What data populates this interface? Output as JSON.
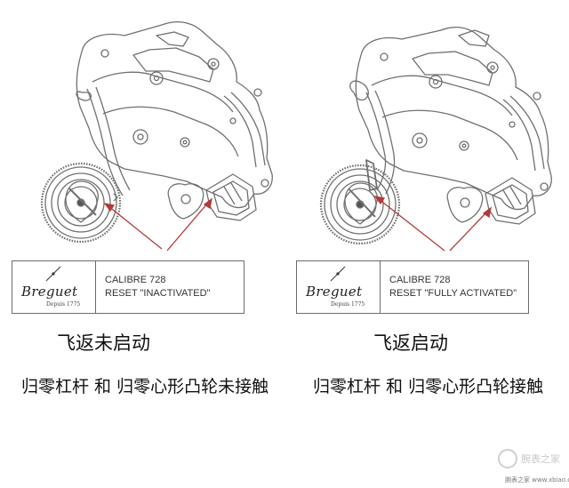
{
  "panels": [
    {
      "caption": {
        "calibre": "CALIBRE 728",
        "status": "RESET \"INACTIVATED\""
      },
      "heading": "飞返未启动",
      "description": "归零杠杆 和 归零心形凸轮未接触"
    },
    {
      "caption": {
        "calibre": "CALIBRE 728",
        "status": "RESET \"FULLY ACTIVATED\""
      },
      "heading": "飞返启动",
      "description": "归零杠杆 和 归零心形凸轮接触"
    }
  ],
  "logo": {
    "brand": "Breguet",
    "since": "Depuis 1775"
  },
  "watermark": {
    "brand": "腕表之家",
    "site": "腕表之家 www.xbiao.com"
  },
  "colors": {
    "line": "#6e6e6e",
    "arrow": "#b23a3a"
  }
}
